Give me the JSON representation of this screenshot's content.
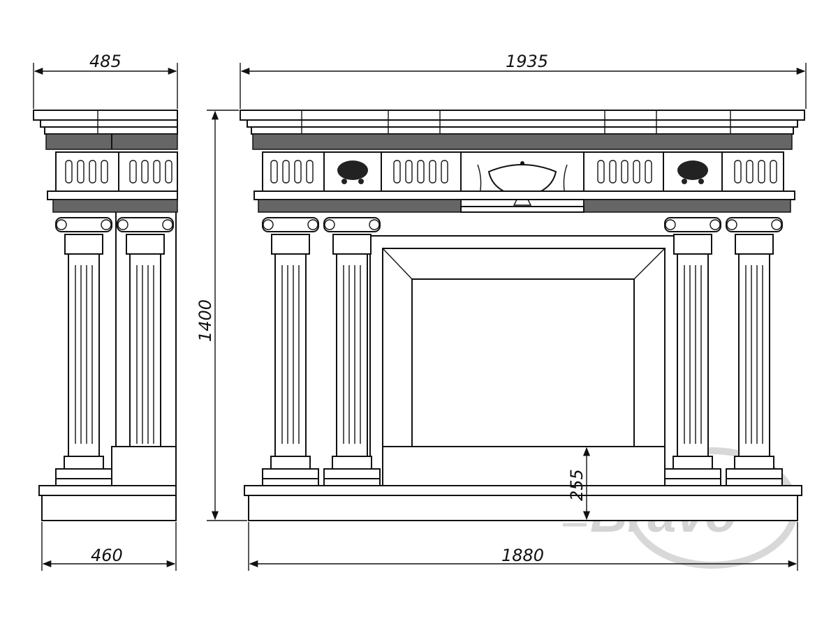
{
  "drawing": {
    "dimensions": {
      "side_top_width": "485",
      "front_top_width": "1935",
      "overall_height": "1400",
      "side_base_width": "460",
      "front_base_width": "1880",
      "firebox_sill_height": "255"
    },
    "watermark": {
      "text": "Bravo"
    }
  },
  "colors": {
    "line": "#111111",
    "background": "#ffffff",
    "greek_key_band": "#666666",
    "watermark": "#d4d4d4"
  }
}
